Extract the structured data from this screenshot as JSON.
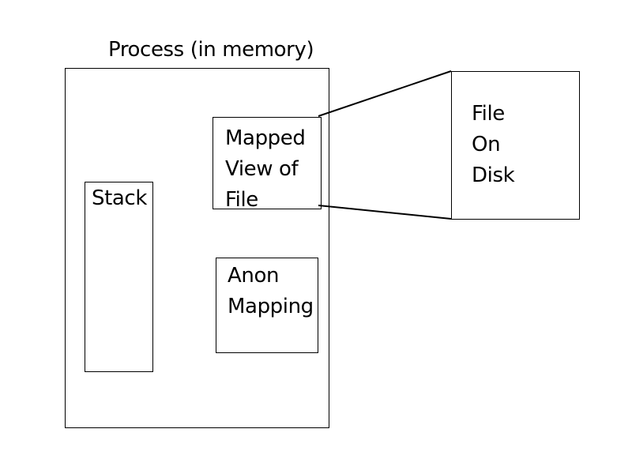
{
  "process": {
    "title": "Process (in memory)"
  },
  "stack": {
    "label": "Stack"
  },
  "mapped_view": {
    "lines": [
      "Mapped",
      "View of",
      "File"
    ]
  },
  "anon_mapping": {
    "lines": [
      "Anon",
      "Mapping"
    ]
  },
  "file_on_disk": {
    "lines": [
      "File",
      "On",
      "Disk"
    ]
  },
  "colors": {
    "stroke": "#000000",
    "background": "#ffffff"
  }
}
